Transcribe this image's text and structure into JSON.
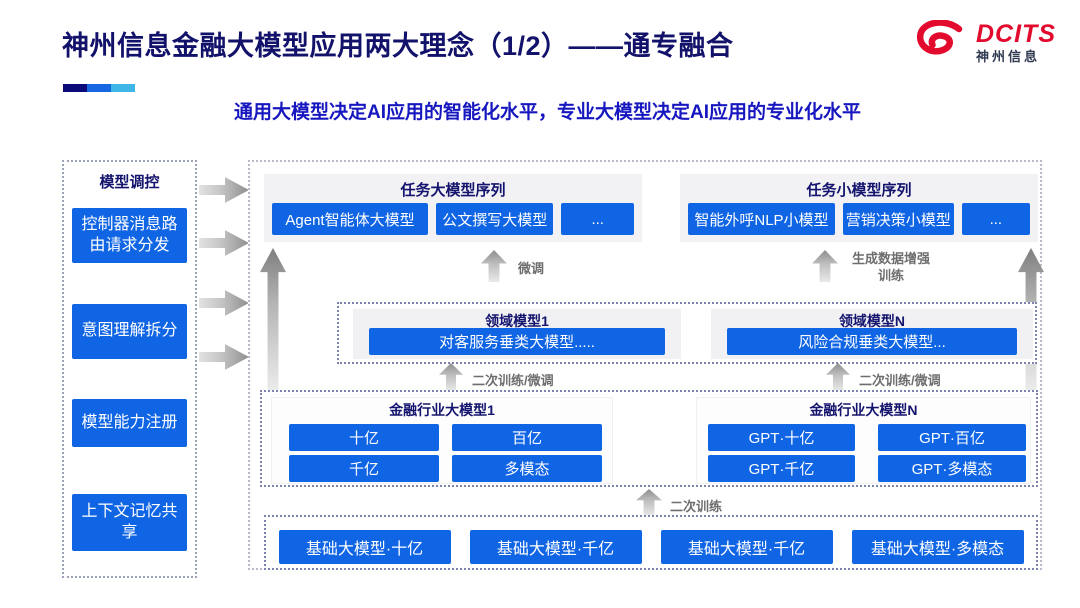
{
  "header": {
    "title": "神州信息金融大模型应用两大理念（1/2）——通专融合",
    "subtitle": "通用大模型决定AI应用的智能化水平，专业大模型决定AI应用的专业化水平",
    "logo": {
      "brand": "DCITS",
      "brand_cn": "神州信息"
    }
  },
  "sidebar": {
    "title": "模型调控",
    "items": [
      {
        "label": "控制器消息路由请求分发"
      },
      {
        "label": "意图理解拆分"
      },
      {
        "label": "模型能力注册"
      },
      {
        "label": "上下文记忆共享"
      }
    ]
  },
  "diagram": {
    "task_large_panel": {
      "title": "任务大模型序列",
      "items": [
        "Agent智能体大模型",
        "公文撰写大模型",
        "..."
      ]
    },
    "task_small_panel": {
      "title": "任务小模型序列",
      "items": [
        "智能外呼NLP小模型",
        "营销决策小模型",
        "..."
      ]
    },
    "labels": {
      "fine_tune": "微调",
      "gen_data_training": "生成数据增强训练",
      "secondary_ft_left": "二次训练/微调",
      "secondary_ft_right": "二次训练/微调",
      "secondary_training": "二次训练"
    },
    "domain_panels": [
      {
        "title": "领域模型1",
        "item": "对客服务垂类大模型....."
      },
      {
        "title": "领域模型N",
        "item": "风险合规垂类大模型..."
      }
    ],
    "industry_panels": [
      {
        "title": "金融行业大模型1",
        "items": [
          "十亿",
          "百亿",
          "千亿",
          "多模态"
        ]
      },
      {
        "title": "金融行业大模型N",
        "items": [
          "GPT·十亿",
          "GPT·百亿",
          "GPT·千亿",
          "GPT·多模态"
        ]
      }
    ],
    "base_models": [
      "基础大模型·十亿",
      "基础大模型·千亿",
      "基础大模型·千亿",
      "基础大模型·多模态"
    ]
  },
  "colors": {
    "box_blue": "#1065E5",
    "navy_text": "#14146E",
    "subtitle_blue": "#1717C0",
    "logo_red": "#E30B2D",
    "label_gray": "#6E6E6E",
    "accent_segments": [
      "#0A0A78",
      "#1667E0",
      "#3FB6E8"
    ]
  }
}
